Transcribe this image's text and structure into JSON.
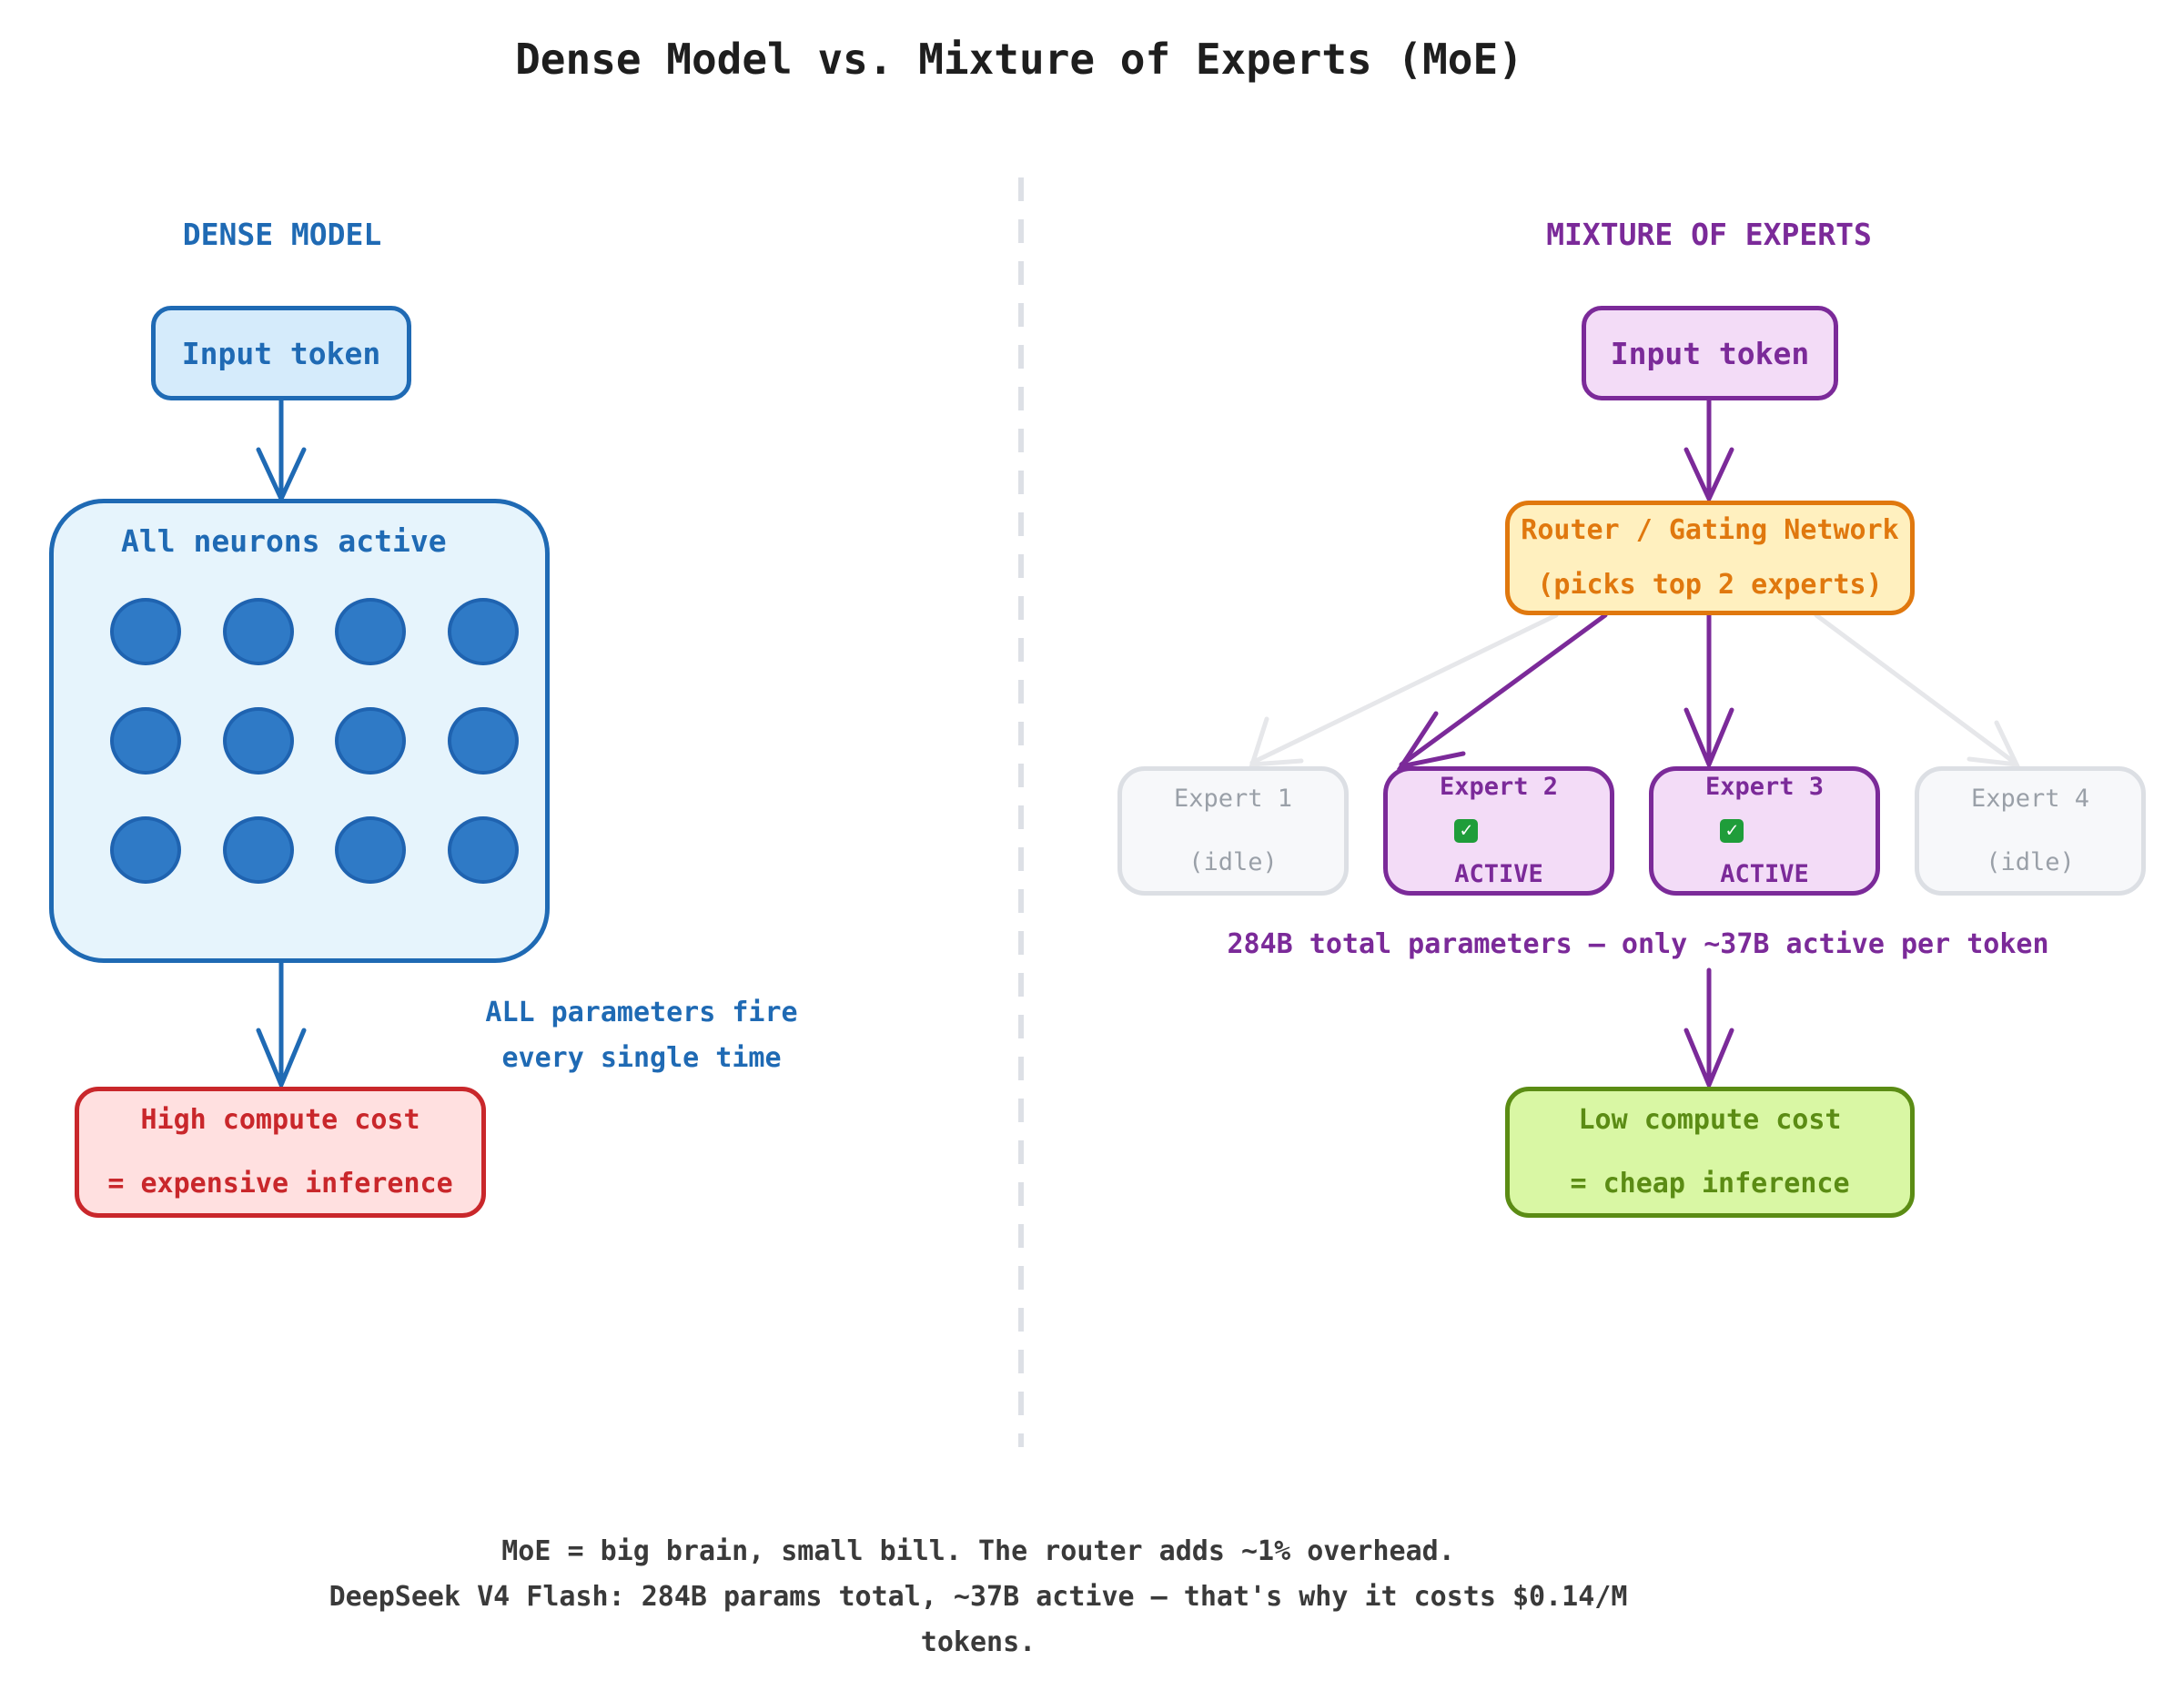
{
  "title": "Dense Model vs. Mixture of Experts (MoE)",
  "colors": {
    "dense_blue": "#1f6ab4",
    "dense_fill": "#e6f4fc",
    "moe_purple": "#7b2a99",
    "moe_fill": "#f3dcf7",
    "router_orange": "#e0780e",
    "router_fill": "#fff0bf",
    "cost_red": "#c9272b",
    "cost_red_fill": "#ffe0e0",
    "cost_green": "#5b8c14",
    "cost_green_fill": "#d9f7a4",
    "idle_gray": "#d5d8dd",
    "idle_text": "#9aa0a8"
  },
  "dense": {
    "heading": "DENSE MODEL",
    "input_label": "Input token",
    "layer_label": "All neurons active",
    "note_line1": "ALL parameters fire",
    "note_line2": "every single time",
    "cost_line1": "High compute cost",
    "cost_line2": "= expensive inference"
  },
  "moe": {
    "heading": "MIXTURE OF EXPERTS",
    "input_label": "Input token",
    "router_line1": "Router / Gating Network",
    "router_line2": "(picks top 2 experts)",
    "experts": [
      {
        "name": "Expert 1",
        "status": "(idle)",
        "active": false
      },
      {
        "name": "Expert 2",
        "status": "ACTIVE",
        "active": true
      },
      {
        "name": "Expert 3",
        "status": "ACTIVE",
        "active": true
      },
      {
        "name": "Expert 4",
        "status": "(idle)",
        "active": false
      }
    ],
    "check_icon": "check-mark-icon",
    "params_note": "284B total parameters — only ~37B active per token",
    "cost_line1": "Low compute cost",
    "cost_line2": "= cheap inference"
  },
  "footer": {
    "line1": "MoE = big brain, small bill. The router adds ~1% overhead.",
    "line2": "DeepSeek V4 Flash: 284B params total, ~37B active — that's why it costs $0.14/M",
    "line3": "tokens."
  }
}
